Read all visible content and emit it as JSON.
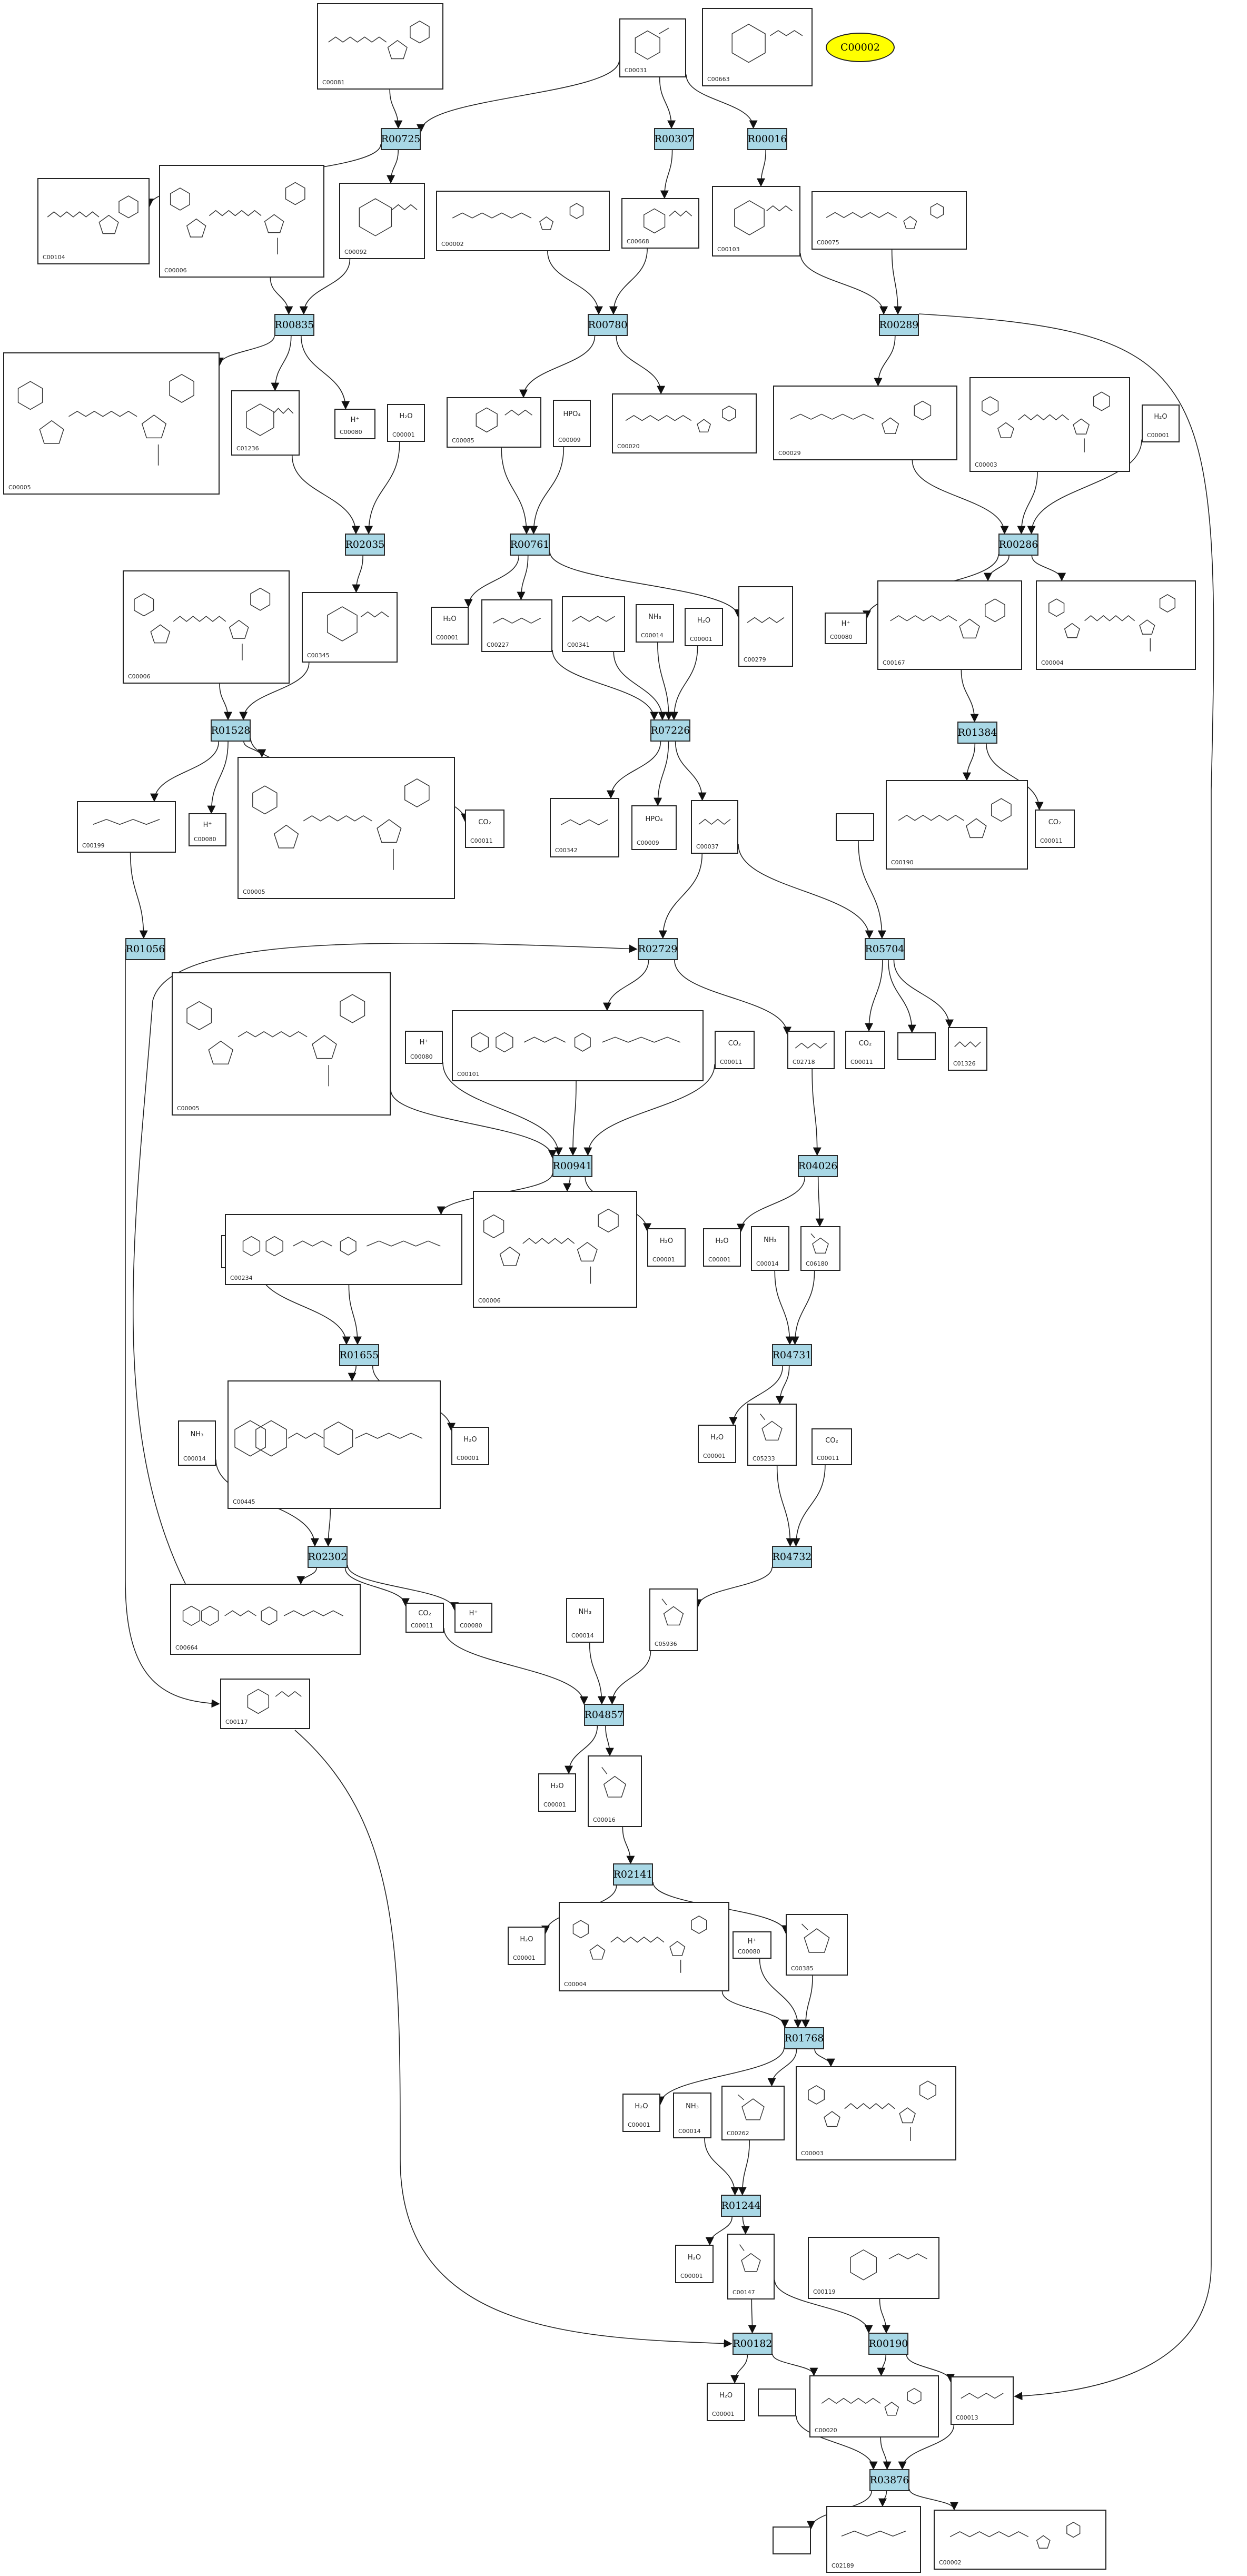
{
  "reactions": [
    {
      "key": "r1",
      "label": "R00725"
    },
    {
      "key": "r2",
      "label": "R00307"
    },
    {
      "key": "r3",
      "label": "R00016"
    },
    {
      "key": "r4",
      "label": "R00835"
    },
    {
      "key": "r5",
      "label": "R00780"
    },
    {
      "key": "r6",
      "label": "R00289"
    },
    {
      "key": "r7",
      "label": "R02035"
    },
    {
      "key": "r8",
      "label": "R00761"
    },
    {
      "key": "r9",
      "label": "R00286"
    },
    {
      "key": "r10",
      "label": "R01528"
    },
    {
      "key": "r11",
      "label": "R07226"
    },
    {
      "key": "r12",
      "label": "R01384"
    },
    {
      "key": "r13",
      "label": "R01056"
    },
    {
      "key": "r14",
      "label": "R02729"
    },
    {
      "key": "r15",
      "label": "R05704"
    },
    {
      "key": "r16",
      "label": "R00941"
    },
    {
      "key": "r17",
      "label": "R04026"
    },
    {
      "key": "r18",
      "label": "R01655"
    },
    {
      "key": "r19",
      "label": "R04731"
    },
    {
      "key": "r20",
      "label": "R02302"
    },
    {
      "key": "r21",
      "label": "R04732"
    },
    {
      "key": "r22",
      "label": "R04857"
    },
    {
      "key": "r23",
      "label": "R02141"
    },
    {
      "key": "r24",
      "label": "R01768"
    },
    {
      "key": "r25",
      "label": "R01244"
    },
    {
      "key": "r26",
      "label": "R00182"
    },
    {
      "key": "r27",
      "label": "R00190"
    },
    {
      "key": "r28",
      "label": "R03876"
    }
  ],
  "compounds": [
    {
      "key": "c1",
      "id": "C00081",
      "kind": "nuc"
    },
    {
      "key": "c2",
      "id": "C00031",
      "kind": "sugar"
    },
    {
      "key": "c3",
      "id": "C00663",
      "kind": "sugarp"
    },
    {
      "key": "c4",
      "id": "C00104",
      "kind": "nuc"
    },
    {
      "key": "c5",
      "id": "C00006",
      "kind": "dinuc"
    },
    {
      "key": "c6",
      "id": "C00092",
      "kind": "sugarp"
    },
    {
      "key": "c7",
      "id": "C00002",
      "kind": "nuc"
    },
    {
      "key": "c8",
      "id": "C00668",
      "kind": "sugarp"
    },
    {
      "key": "c9",
      "id": "C00103",
      "kind": "sugarp"
    },
    {
      "key": "c10",
      "id": "C00075",
      "kind": "nuc"
    },
    {
      "key": "c11",
      "id": "C00005",
      "kind": "dinuc"
    },
    {
      "key": "c12",
      "id": "C01236",
      "kind": "sugarp"
    },
    {
      "key": "c13",
      "id": "C00080",
      "kind": "small",
      "formula": "H⁺"
    },
    {
      "key": "c14",
      "id": "C00001",
      "kind": "small",
      "formula": "H₂O"
    },
    {
      "key": "c15",
      "id": "C00085",
      "kind": "sugarp"
    },
    {
      "key": "c16",
      "id": "C00009",
      "kind": "small",
      "formula": "HPO₄"
    },
    {
      "key": "c17",
      "id": "C00020",
      "kind": "nuc"
    },
    {
      "key": "c18",
      "id": "C00029",
      "kind": "nuc"
    },
    {
      "key": "c19",
      "id": "C00003",
      "kind": "dinuc"
    },
    {
      "key": "c20",
      "id": "C00001",
      "kind": "small",
      "formula": "H₂O"
    },
    {
      "key": "c21",
      "id": "C00006",
      "kind": "dinuc"
    },
    {
      "key": "c22",
      "id": "C00345",
      "kind": "sugarp"
    },
    {
      "key": "c23",
      "id": "C00001",
      "kind": "small",
      "formula": "H₂O"
    },
    {
      "key": "c24",
      "id": "C00227",
      "kind": "chain"
    },
    {
      "key": "c25",
      "id": "C00341",
      "kind": "chain"
    },
    {
      "key": "c26",
      "id": "C00014",
      "kind": "small",
      "formula": "NH₃"
    },
    {
      "key": "c27",
      "id": "C00001",
      "kind": "small",
      "formula": "H₂O"
    },
    {
      "key": "c28",
      "id": "C00279",
      "kind": "chain"
    },
    {
      "key": "c29",
      "id": "C00080",
      "kind": "small",
      "formula": "H⁺"
    },
    {
      "key": "c30",
      "id": "C00167",
      "kind": "nuc"
    },
    {
      "key": "c31",
      "id": "C00004",
      "kind": "dinuc"
    },
    {
      "key": "c32",
      "id": "C00199",
      "kind": "chain"
    },
    {
      "key": "c33",
      "id": "C00080",
      "kind": "small",
      "formula": "H⁺"
    },
    {
      "key": "c34",
      "id": "C00005",
      "kind": "dinuc"
    },
    {
      "key": "c35",
      "id": "C00011",
      "kind": "small",
      "formula": "CO₂"
    },
    {
      "key": "c36",
      "id": "C00342",
      "kind": "chain"
    },
    {
      "key": "c37",
      "id": "C00009",
      "kind": "small",
      "formula": "HPO₄"
    },
    {
      "key": "c38",
      "id": "C00037",
      "kind": "chain"
    },
    {
      "key": "c39",
      "id": "C00190",
      "kind": "nuc"
    },
    {
      "key": "c40",
      "id": "C00011",
      "kind": "small",
      "formula": "CO₂"
    },
    {
      "key": "c41",
      "id": "",
      "kind": "empty"
    },
    {
      "key": "c42",
      "id": "C00005",
      "kind": "dinuc"
    },
    {
      "key": "c43",
      "id": "C00080",
      "kind": "small",
      "formula": "H⁺"
    },
    {
      "key": "c44",
      "id": "C00101",
      "kind": "folate"
    },
    {
      "key": "c45",
      "id": "C00011",
      "kind": "small",
      "formula": "CO₂"
    },
    {
      "key": "c46",
      "id": "C02718",
      "kind": "chain"
    },
    {
      "key": "c47",
      "id": "C00011",
      "kind": "small",
      "formula": "CO₂"
    },
    {
      "key": "c48",
      "id": "",
      "kind": "empty"
    },
    {
      "key": "c49",
      "id": "C01326",
      "kind": "chain"
    },
    {
      "key": "c50",
      "id": "C00080",
      "kind": "small",
      "formula": "H⁺"
    },
    {
      "key": "c51",
      "id": "C00234",
      "kind": "folate"
    },
    {
      "key": "c52",
      "id": "C00006",
      "kind": "dinuc"
    },
    {
      "key": "c53",
      "id": "C00001",
      "kind": "small",
      "formula": "H₂O"
    },
    {
      "key": "c54",
      "id": "C00001",
      "kind": "small",
      "formula": "H₂O"
    },
    {
      "key": "c55",
      "id": "C00014",
      "kind": "small",
      "formula": "NH₃"
    },
    {
      "key": "c56",
      "id": "C06180",
      "kind": "ring"
    },
    {
      "key": "c57",
      "id": "C00445",
      "kind": "folate"
    },
    {
      "key": "c58",
      "id": "C00001",
      "kind": "small",
      "formula": "H₂O"
    },
    {
      "key": "c59",
      "id": "C00014",
      "kind": "small",
      "formula": "NH₃"
    },
    {
      "key": "c60",
      "id": "C00001",
      "kind": "small",
      "formula": "H₂O"
    },
    {
      "key": "c61",
      "id": "C05233",
      "kind": "ring"
    },
    {
      "key": "c62",
      "id": "C00011",
      "kind": "small",
      "formula": "CO₂"
    },
    {
      "key": "c63",
      "id": "C00664",
      "kind": "folate"
    },
    {
      "key": "c64",
      "id": "C00011",
      "kind": "small",
      "formula": "CO₂"
    },
    {
      "key": "c65",
      "id": "C00080",
      "kind": "small",
      "formula": "H⁺"
    },
    {
      "key": "c66",
      "id": "C00014",
      "kind": "small",
      "formula": "NH₃"
    },
    {
      "key": "c67",
      "id": "C00117",
      "kind": "sugarp"
    },
    {
      "key": "c68",
      "id": "C05936",
      "kind": "ring"
    },
    {
      "key": "c69",
      "id": "C00001",
      "kind": "small",
      "formula": "H₂O"
    },
    {
      "key": "c70",
      "id": "C00016",
      "kind": "ring"
    },
    {
      "key": "c71",
      "id": "C00001",
      "kind": "small",
      "formula": "H₂O"
    },
    {
      "key": "c72",
      "id": "C00004",
      "kind": "dinuc"
    },
    {
      "key": "c73",
      "id": "C00080",
      "kind": "small",
      "formula": "H⁺"
    },
    {
      "key": "c74",
      "id": "C00385",
      "kind": "ring"
    },
    {
      "key": "c75",
      "id": "C00001",
      "kind": "small",
      "formula": "H₂O"
    },
    {
      "key": "c76",
      "id": "C00014",
      "kind": "small",
      "formula": "NH₃"
    },
    {
      "key": "c77",
      "id": "C00262",
      "kind": "ring"
    },
    {
      "key": "c78",
      "id": "C00003",
      "kind": "dinuc"
    },
    {
      "key": "c79",
      "id": "C00001",
      "kind": "small",
      "formula": "H₂O"
    },
    {
      "key": "c80",
      "id": "C00147",
      "kind": "ring"
    },
    {
      "key": "c81",
      "id": "C00119",
      "kind": "sugarp"
    },
    {
      "key": "c82",
      "id": "C00001",
      "kind": "small",
      "formula": "H₂O"
    },
    {
      "key": "c83",
      "id": "",
      "kind": "empty"
    },
    {
      "key": "c84",
      "id": "C00020",
      "kind": "nuc"
    },
    {
      "key": "c85",
      "id": "C00013",
      "kind": "chain"
    },
    {
      "key": "c86",
      "id": "",
      "kind": "empty"
    },
    {
      "key": "c87",
      "id": "C02189",
      "kind": "chain"
    },
    {
      "key": "c88",
      "id": "C00002",
      "kind": "nuc"
    }
  ],
  "target": {
    "label": "C00002"
  }
}
